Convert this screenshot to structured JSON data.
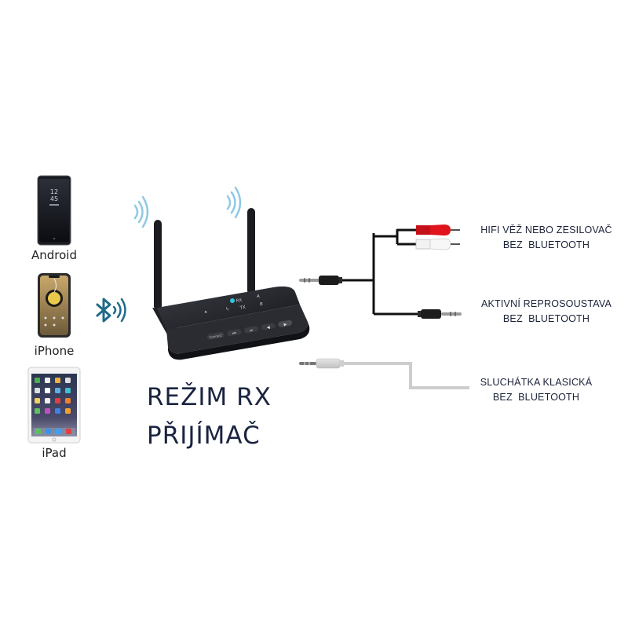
{
  "devices": [
    {
      "label": "Android",
      "icon": "android-phone"
    },
    {
      "label": "iPhone",
      "icon": "iphone"
    },
    {
      "label": "iPad",
      "icon": "ipad"
    }
  ],
  "android_screen": {
    "time_hours": "12",
    "time_minutes": "45"
  },
  "receiver": {
    "indicators": {
      "rx": "RX",
      "tx": "TX"
    },
    "buttons": [
      "Connect",
      "⏮",
      "⏯",
      "◀",
      "▶"
    ],
    "active_led_color": "#2ec4e0"
  },
  "mode": {
    "line1": "REŽIM RX",
    "line2": "PŘIJÍMAČ"
  },
  "outputs": [
    {
      "line1": "HIFI VĚŽ NEBO ZESILOVAČ",
      "line2": "BEZ  BLUETOOTH",
      "connector": "rca-red-white"
    },
    {
      "line1": "AKTIVNÍ REPROSOUSTAVA",
      "line2": "BEZ  BLUETOOTH",
      "connector": "3.5mm-jack-black"
    },
    {
      "line1": "SLUCHÁTKA KLASICKÁ",
      "line2": "BEZ  BLUETOOTH",
      "connector": "3.5mm-jack-silver"
    }
  ],
  "colors": {
    "wave": "#8fc8e6",
    "bluetooth": "#1f6b8a",
    "title_text": "#1a2440",
    "rca_red": "#d8141c"
  }
}
